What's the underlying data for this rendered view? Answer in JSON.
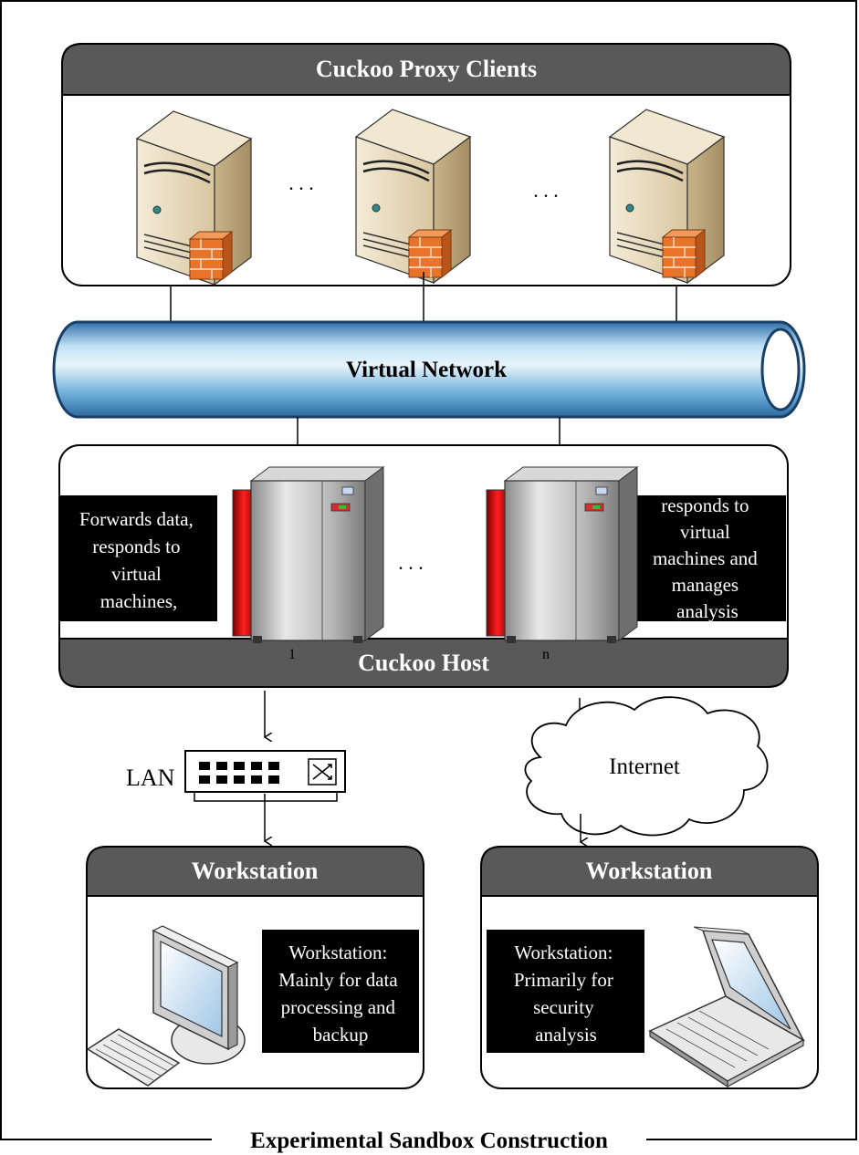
{
  "title": "Experimental Sandbox Construction",
  "proxy_clients": {
    "header": "Cuckoo Proxy Clients",
    "ellipsis": ". . ."
  },
  "network": {
    "label": "Virtual Network"
  },
  "host": {
    "header": "Cuckoo Host",
    "left_note": [
      "Forwards data,",
      "responds to",
      "virtual",
      "machines,"
    ],
    "right_note": [
      "responds to",
      "virtual",
      "machines and",
      "manages",
      "analysis"
    ],
    "server_1_label": "1",
    "server_n_label": "n",
    "ellipsis": ". . ."
  },
  "lan": {
    "label": "LAN"
  },
  "internet": {
    "label": "Internet"
  },
  "workstation_left": {
    "header": "Workstation",
    "note": [
      "Workstation:",
      "Mainly for data",
      "processing and",
      "backup"
    ]
  },
  "workstation_right": {
    "header": "Workstation",
    "note": [
      "Workstation:",
      "Primarily for",
      "security",
      "analysis"
    ]
  },
  "colors": {
    "header_fill": "#595959",
    "note_fill": "#000000",
    "pipe_blue": "#4a90c8",
    "firewall": "#e8742a",
    "server_body": "#e9dcc0",
    "host_red": "#e01010"
  }
}
